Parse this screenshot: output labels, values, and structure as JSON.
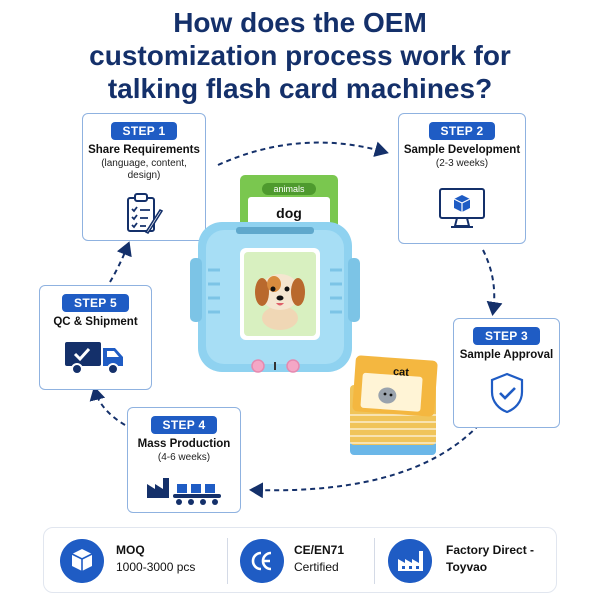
{
  "title": {
    "line1": "How does the OEM",
    "line2": "customization process work for",
    "line3": "talking flash card machines?"
  },
  "steps": [
    {
      "badge": "STEP 1",
      "title": "Share Requirements",
      "sub1": "(language, content,",
      "sub2": "design)",
      "icon": "clipboard-checklist-icon"
    },
    {
      "badge": "STEP 2",
      "title": "Sample Development",
      "sub1": "(2-3 weeks)",
      "icon": "monitor-cube-icon"
    },
    {
      "badge": "STEP 3",
      "title": "Sample Approval",
      "icon": "shield-check-icon"
    },
    {
      "badge": "STEP 4",
      "title": "Mass Production",
      "sub1": "(4-6 weeks)",
      "icon": "factory-conveyor-icon"
    },
    {
      "badge": "STEP 5",
      "title": "QC & Shipment",
      "icon": "truck-check-icon"
    }
  ],
  "device": {
    "card_category": "animals",
    "card_word": "dog",
    "stack_word": "cat"
  },
  "features": [
    {
      "line1": "MOQ",
      "line2": "1000-3000 pcs",
      "icon": "cube-icon"
    },
    {
      "line1": "CE/EN71",
      "line2": "Certified",
      "icon": "ce-mark-icon"
    },
    {
      "line1": "Factory Direct -",
      "line2": "Toyvao",
      "icon": "factory-icon"
    }
  ],
  "colors": {
    "title": "#14306a",
    "accent": "#1f5cc4",
    "card_border": "#8fb2e0",
    "device_body": "#8fd2f0"
  }
}
